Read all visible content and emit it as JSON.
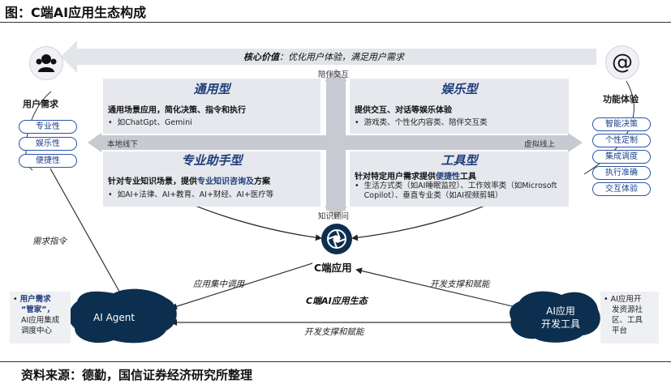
{
  "header": {
    "title": "图：C端AI应用生态构成"
  },
  "footer": {
    "source": "资料来源：德勤，国信证券经济研究所整理"
  },
  "core_value": {
    "label": "核心价值",
    "text": "：优化用户体验，满足用户需求"
  },
  "axes": {
    "top": "陪伴交互",
    "bottom": "知识顾问",
    "left": "本地线下",
    "right": "虚拟线上"
  },
  "quadrants": {
    "general": {
      "title": "通用型",
      "desc": "通用场景应用，简化决策、指令和执行",
      "bullets": [
        "如ChatGpt、Gemini"
      ]
    },
    "entertainment": {
      "title": "娱乐型",
      "desc": "提供交互、对话等娱乐体验",
      "bullets": [
        "游戏类、个性化内容类、陪伴交互类"
      ]
    },
    "professional": {
      "title": "专业助手型",
      "desc_pre": "针对专业知识场景，提供",
      "desc_hl": "专业知识咨询及",
      "desc_post": "方案",
      "bullets": [
        "如AI+法律、AI+教育、AI+财经、AI+医疗等"
      ]
    },
    "tool": {
      "title": "工具型",
      "desc_pre": "针对特定用户需求提供",
      "desc_hl": "便捷性",
      "desc_post": "工具",
      "bullets": [
        "生活方式类（如AI睡眠监控）、工作效率类（如Microsoft Copilot）、垂直专业类（如AI视频剪辑）"
      ]
    }
  },
  "user_needs": {
    "title": "用户需求",
    "tags": [
      "专业性",
      "娱乐性",
      "便捷性"
    ]
  },
  "function_experience": {
    "title": "功能体验",
    "tags": [
      "智能决策",
      "个性定制",
      "集成调度",
      "执行准确",
      "交互体验"
    ]
  },
  "center": {
    "label": "C端应用",
    "ecosystem": "C端AI应用生态"
  },
  "ai_agent": {
    "label": "AI Agent",
    "note_lines": [
      "用户需求",
      "“管家”，",
      "AI应用集成",
      "调度中心"
    ]
  },
  "dev_tools": {
    "label_lines": [
      "AI应用",
      "开发工具"
    ],
    "note_lines": [
      "AI应用开",
      "发资源社",
      "区、工具",
      "平台"
    ]
  },
  "arrows": {
    "demand": "需求指令",
    "centralized": "应用集中调用",
    "support_top": "开发支撑和赋能",
    "support_bottom": "开发支撑和赋能"
  },
  "colors": {
    "dark_navy": "#0d2f4f",
    "accent_blue": "#1f3d7a",
    "tag_border": "#2a55a8",
    "quadrant_bg": "#e6e8ee",
    "arrow_gray": "#b7bbc4"
  }
}
